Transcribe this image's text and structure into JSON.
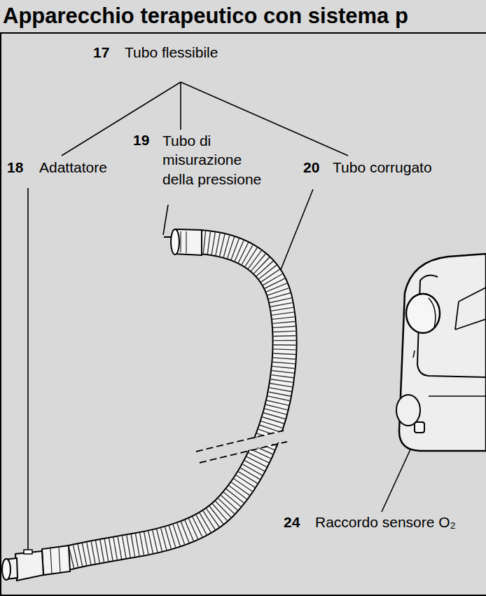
{
  "diagram": {
    "title": "Apparecchio terapeutico con sistema p",
    "labels": [
      "17",
      "Tubo flessibile",
      "19",
      "Tubo di misurazione della pressione",
      "18",
      "Adattatore",
      "20",
      "Tubo corrugato",
      "24",
      "Raccordo sensore O₂"
    ]
  }
}
